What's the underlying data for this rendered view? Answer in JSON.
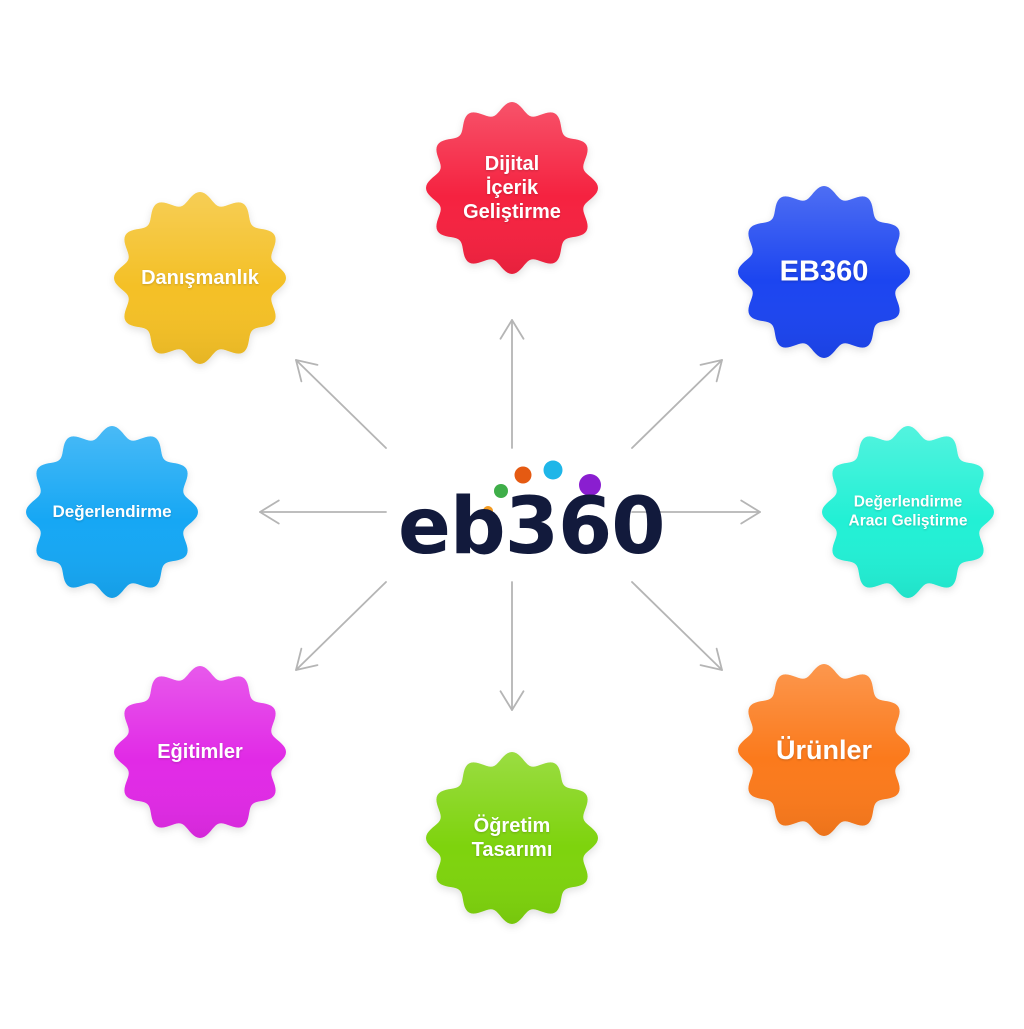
{
  "logo": {
    "text": "eb360",
    "word_color": "#121a3c",
    "dot_colors": [
      "#f29a21",
      "#3fae49",
      "#e55a12",
      "#1fb6e8",
      "#8a1ed0"
    ]
  },
  "arrow_color": "#b5b5b5",
  "nodes": [
    {
      "id": "dijital-icerik-gelistirme",
      "lines": [
        "Dijital",
        "İçerik",
        "Geliştirme"
      ],
      "color": "#f5243f"
    },
    {
      "id": "eb360",
      "lines": [
        "EB360"
      ],
      "color": "#1f45f0"
    },
    {
      "id": "degerlendirme-araci-gelistirme",
      "lines": [
        "Değerlendirme",
        "Aracı Geliştirme"
      ],
      "color": "#22f0d5"
    },
    {
      "id": "urunler",
      "lines": [
        "Ürünler"
      ],
      "color": "#fb7a1c"
    },
    {
      "id": "ogretim-tasarimi",
      "lines": [
        "Öğretim",
        "Tasarımı"
      ],
      "color": "#7ed311"
    },
    {
      "id": "egitimler",
      "lines": [
        "Eğitimler"
      ],
      "color": "#e12be6"
    },
    {
      "id": "degerlendirme",
      "lines": [
        "Değerlendirme"
      ],
      "color": "#17a7f4"
    },
    {
      "id": "danismanlik",
      "lines": [
        "Danışmanlık"
      ],
      "color": "#f4c025"
    }
  ]
}
